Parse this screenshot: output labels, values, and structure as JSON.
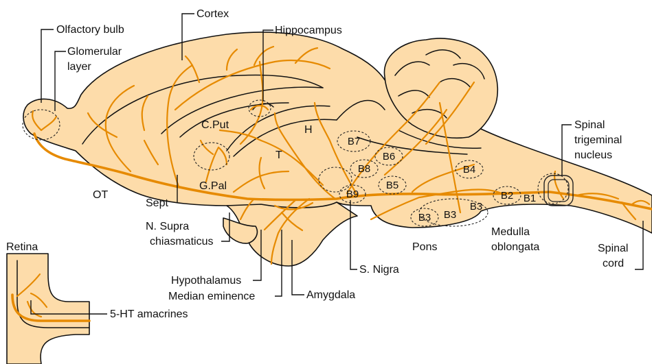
{
  "colors": {
    "tissue": "#fddcaa",
    "fiber": "#e68a00",
    "outline": "#111111",
    "background": "#ffffff"
  },
  "labels": {
    "olfactory_bulb": "Olfactory bulb",
    "glomerular_1": "Glomerular",
    "glomerular_2": "layer",
    "cortex": "Cortex",
    "hippocampus": "Hippocampus",
    "c_put": "C.Put",
    "h": "H",
    "t": "T",
    "g_pal": "G.Pal",
    "ot": "OT",
    "sept": "Sept",
    "n_supra_1": "N. Supra",
    "n_supra_2": "chiasmaticus",
    "hypothalamus": "Hypothalamus",
    "median_eminence": "Median eminence",
    "amygdala": "Amygdala",
    "s_nigra": "S. Nigra",
    "pons": "Pons",
    "medulla_1": "Medulla",
    "medulla_2": "oblongata",
    "spinal_trig_1": "Spinal",
    "spinal_trig_2": "trigeminal",
    "spinal_trig_3": "nucleus",
    "spinal_cord_1": "Spinal",
    "spinal_cord_2": "cord",
    "retina": "Retina",
    "amacrines": "5-HT amacrines"
  },
  "nuclei": {
    "b1": "B1",
    "b2": "B2",
    "b3a": "B3",
    "b3b": "B3",
    "b3c": "B3",
    "b4": "B4",
    "b5": "B5",
    "b6": "B6",
    "b7": "B7",
    "b8": "B8",
    "b9": "B9"
  }
}
